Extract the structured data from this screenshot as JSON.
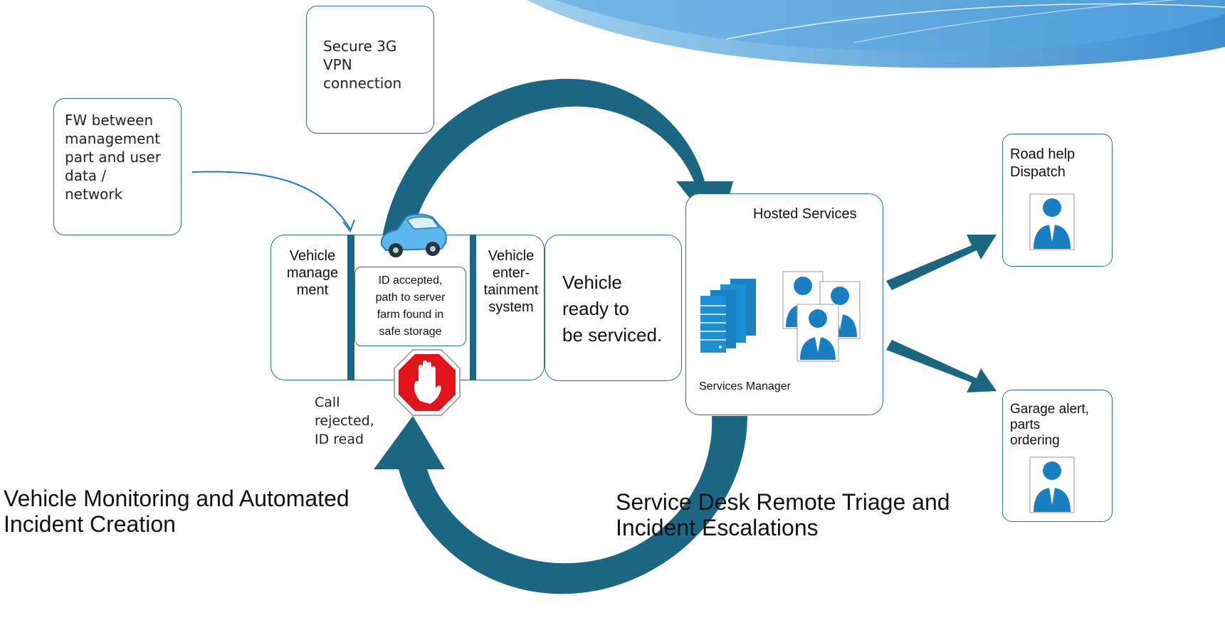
{
  "notes": {
    "vpn": "Secure 3G\nVPN\nconnection",
    "firewall": "FW between\nmanagement\npart and user\ndata /\nnetwork",
    "call_rejected": "Call\nrejected,\nID read"
  },
  "vehicle": {
    "management": "Vehicle\nmanage\nment",
    "id_accepted": "ID accepted,\npath to server\nfarm found in\nsafe storage",
    "entertainment": "Vehicle\nenter-\ntainment\nsystem",
    "ready": "Vehicle\nready to\nbe serviced."
  },
  "hosted": {
    "title": "Hosted Services",
    "manager": "Services Manager"
  },
  "dispatch": {
    "road_help": "Road help\nDispatch",
    "garage": "Garage alert,\nparts\nordering"
  },
  "captions": {
    "left": "Vehicle Monitoring and Automated\nIncident Creation",
    "right": "Service Desk Remote Triage and\nIncident Escalations"
  },
  "colors": {
    "arrow": "#1b6683",
    "accent": "#1a7fc0",
    "stop_red": "#e0141a"
  }
}
